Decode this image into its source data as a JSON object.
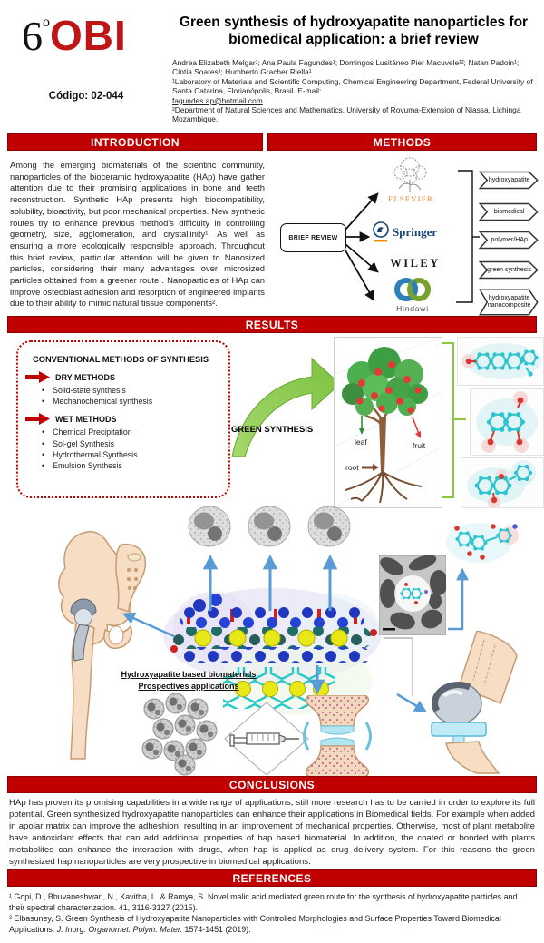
{
  "header": {
    "logo": {
      "number": "6",
      "degree": "o",
      "name": "OBI"
    },
    "codigo": "Código: 02-044",
    "title_line1": "Green synthesis of hydroxyapatite nanoparticles for",
    "title_line2": "biomedical application: a brief review",
    "authors": "Andrea Elizabeth Melgar¹; Ana Paula Fagundes¹; Domingos Lusitâneo Pier Macuvele¹²; Natan Padoin¹; Cíntia Soares¹; Humberto Gracher Riella¹.",
    "affiliation1": "¹Laboratory of Materials and Scientific Computing, Chemical Engineering Department, Federal University of Santa Catarina, Florianópolis, Brasil. E-mail:",
    "email": "fagundes.ap@hotmail.com",
    "affiliation2": "²Department of Natural Sciences and Mathematics, University of Rovuma-Extension of Niassa, Lichinga Mozambique."
  },
  "sections": {
    "introduction": {
      "heading": "INTRODUCTION",
      "body": "Among the emerging biomaterials of the scientific community, nanoparticles of the bioceramic hydroxyapatite (HAp) have gather attention due to their promising applications in bone and teeth reconstruction. Synthetic HAp presents high biocompatibility, solubility, bioactivity, but poor mechanical properties. New synthetic routes try to enhance previous method's difficulty in controlling geometry, size, agglomeration, and crystallinity¹. As well as ensuring a more ecologically responsible approach. Throughout this brief review, particular attention will be given to Nanosized particles, considering their many advantages over microsized particles obtained from a greener route . Nanoparticles of HAp can improve osteoblast adhesion and resorption of engineered implants due to their ability to mimic  natural tissue components²."
    },
    "methods": {
      "heading": "METHODS",
      "review_box": "BRIEF REVIEW",
      "publishers": [
        "ELSEVIER",
        "Springer",
        "WILEY",
        "Hindawi"
      ],
      "keywords": [
        "hydroxyapatite",
        "biomedical",
        "polymer/HAp",
        "green synthesis",
        "hydroxyapatite nanocomposite"
      ]
    },
    "results": {
      "heading": "RESULTS",
      "conventional_box": {
        "title": "CONVENTIONAL METHODS OF SYNTHESIS",
        "dry_label": "DRY METHODS",
        "dry_items": [
          "Solid-state synthesis",
          "Mechanochemical synthesis"
        ],
        "wet_label": "WET METHODS",
        "wet_items": [
          "Chemical Precipitation",
          "Sol-gel Synthesis",
          "Hydrothermal Synthesis",
          "Emulsion Synthesis"
        ]
      },
      "green_synthesis_label": "GREEN SYNTHESIS",
      "tree_labels": {
        "leaf": "leaf",
        "fruit": "fruit",
        "root": "root"
      },
      "caption_line1": "Hydroxyapatite based biomaterials",
      "caption_line2": "Prospectives applications"
    },
    "conclusions": {
      "heading": "CONCLUSIONS",
      "body": "HAp has proven its promising capabilities in a wide range of applications, still more research has to be carried in order to explore its full potential. Green synthesized hydroxyapatite nanoparticles can enhance their applications in Biomedical fields.  For example when added in apolar matrix can improve the adheshion, resulting in an improvement of mechanical properties. Otherwise, most of plant  metabolite have antioxidant effects that can add additional properties of hap based biomaterial. In addition, the coated or bonded with plants metabolites can enhance the interaction with drugs, when hap is applied as drug delivery system. For this reasons the green synthesized hap nanoparticles are very prospective in biomedical applications."
    },
    "references": {
      "heading": "REFERENCES",
      "ref1": "¹ Gopi, D., Bhuvaneshwari, N., Kavitha, L. & Ramya, S. Novel malic acid mediated green route for the synthesis of hydroxyapatite particles and their spectral characterization. 41, 3116-3127 (2015).",
      "ref2_pre": "² Elbasuney, S. Green Synthesis of Hydroxyapatite Nanoparticles with Controlled Morphologies and Surface Properties Toward Biomedical Applications. ",
      "ref2_journal": "J. Inorg. Organomet. Polym. Mater.",
      "ref2_post": " 1574-1451 (2019)."
    }
  },
  "colors": {
    "bar_red": "#C00000",
    "logo_red": "#C01515",
    "elsevier_orange": "#E87722",
    "springer_blue": "#16427A",
    "hindawi_blue": "#2C7FB8",
    "hindawi_green": "#78A22F",
    "arrow_blue": "#5B9BD5",
    "green_arrow": "#7DC242"
  }
}
